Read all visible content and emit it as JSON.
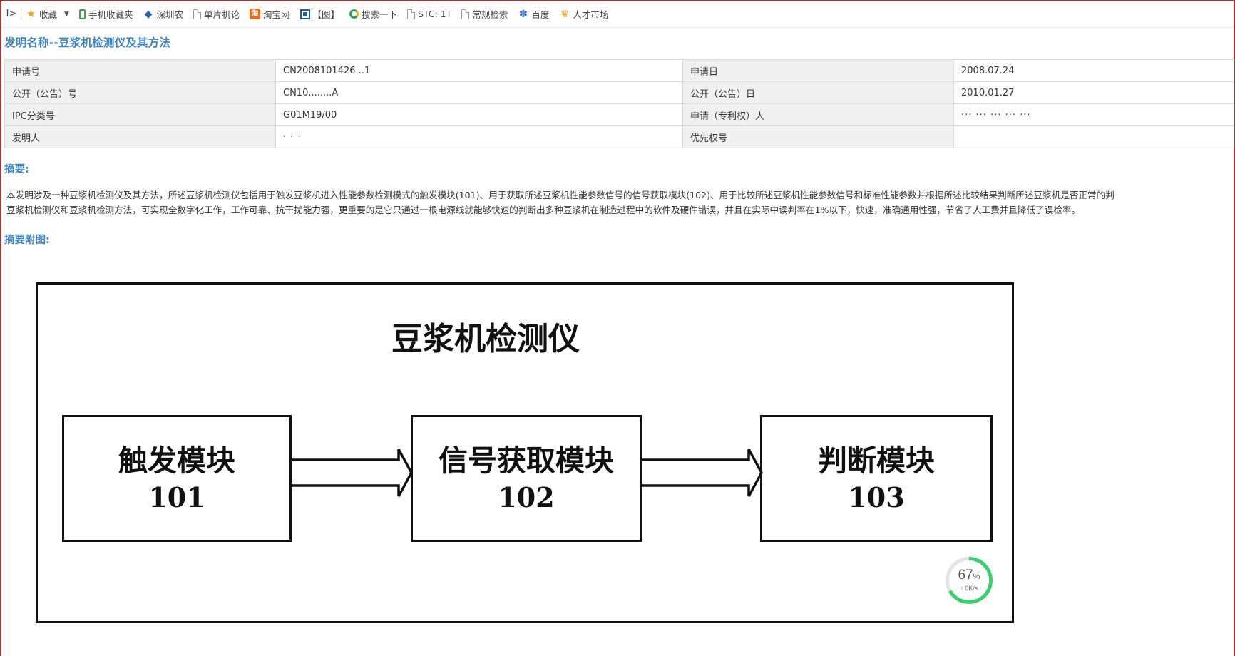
{
  "favbar": {
    "toggle": "I>",
    "items": [
      {
        "label": "收藏",
        "icon": "star-icon"
      },
      {
        "label": "手机收藏夹",
        "icon": "phone-icon"
      },
      {
        "label": "深圳农",
        "icon": "diamond-icon"
      },
      {
        "label": "单片机论",
        "icon": "page-icon"
      },
      {
        "label": "淘宝网",
        "icon": "taobao-icon"
      },
      {
        "label": "【图】",
        "icon": "square-logo-icon"
      },
      {
        "label": "搜索一下",
        "icon": "search-icon"
      },
      {
        "label": "STC: 1T",
        "icon": "page-icon"
      },
      {
        "label": "常规检索",
        "icon": "page-icon"
      },
      {
        "label": "百度",
        "icon": "paw-icon"
      },
      {
        "label": "人才市场",
        "icon": "trophy-icon"
      }
    ]
  },
  "invention_title": "发明名称--豆浆机检测仪及其方法",
  "info": {
    "rows": [
      {
        "label1": "申请号",
        "value1": "CN2008101426...1",
        "label2": "申请日",
        "value2": "2008.07.24"
      },
      {
        "label1": "公开（公告）号",
        "value1": "CN10........A",
        "label2": "公开（公告）日",
        "value2": "2010.01.27"
      },
      {
        "label1": "IPC分类号",
        "value1": "G01M19/00",
        "label2": "申请（专利权）人",
        "value2": "··· ··· ··· ··· ···"
      },
      {
        "label1": "发明人",
        "value1": "· · ·",
        "label2": "优先权号",
        "value2": ""
      }
    ]
  },
  "abstract": {
    "heading": "摘要:",
    "line1": "本发明涉及一种豆浆机检测仪及其方法，所述豆浆机检测仪包括用于触发豆浆机进入性能参数检测模式的触发模块(101)、用于获取所述豆浆机性能参数信号的信号获取模块(102)、用于比较所述豆浆机性能参数信号和标准性能参数并根据所述比较结果判断所述豆浆机是否正常的判",
    "line2": "豆浆机检测仪和豆浆机检测方法，可实现全数字化工作，工作可靠、抗干扰能力强，更重要的是它只通过一根电源线就能够快速的判断出多种豆浆机在制造过程中的软件及硬件错误，并且在实际中误判率在1%以下，快速，准确通用性强，节省了人工费并且降低了误检率。"
  },
  "figure": {
    "heading": "摘要附图:",
    "title": "豆浆机检测仪",
    "modules": [
      {
        "name": "触发模块",
        "number": "101"
      },
      {
        "name": "信号获取模块",
        "number": "102"
      },
      {
        "name": "判断模块",
        "number": "103"
      }
    ]
  },
  "speed_widget": {
    "percent": "67",
    "percent_sign": "%",
    "fraction": 0.67,
    "rate": "0K/s"
  },
  "colors": {
    "heading_blue": "#3e84c1",
    "frame_red": "#c62828",
    "speed_green": "#38d06a"
  }
}
